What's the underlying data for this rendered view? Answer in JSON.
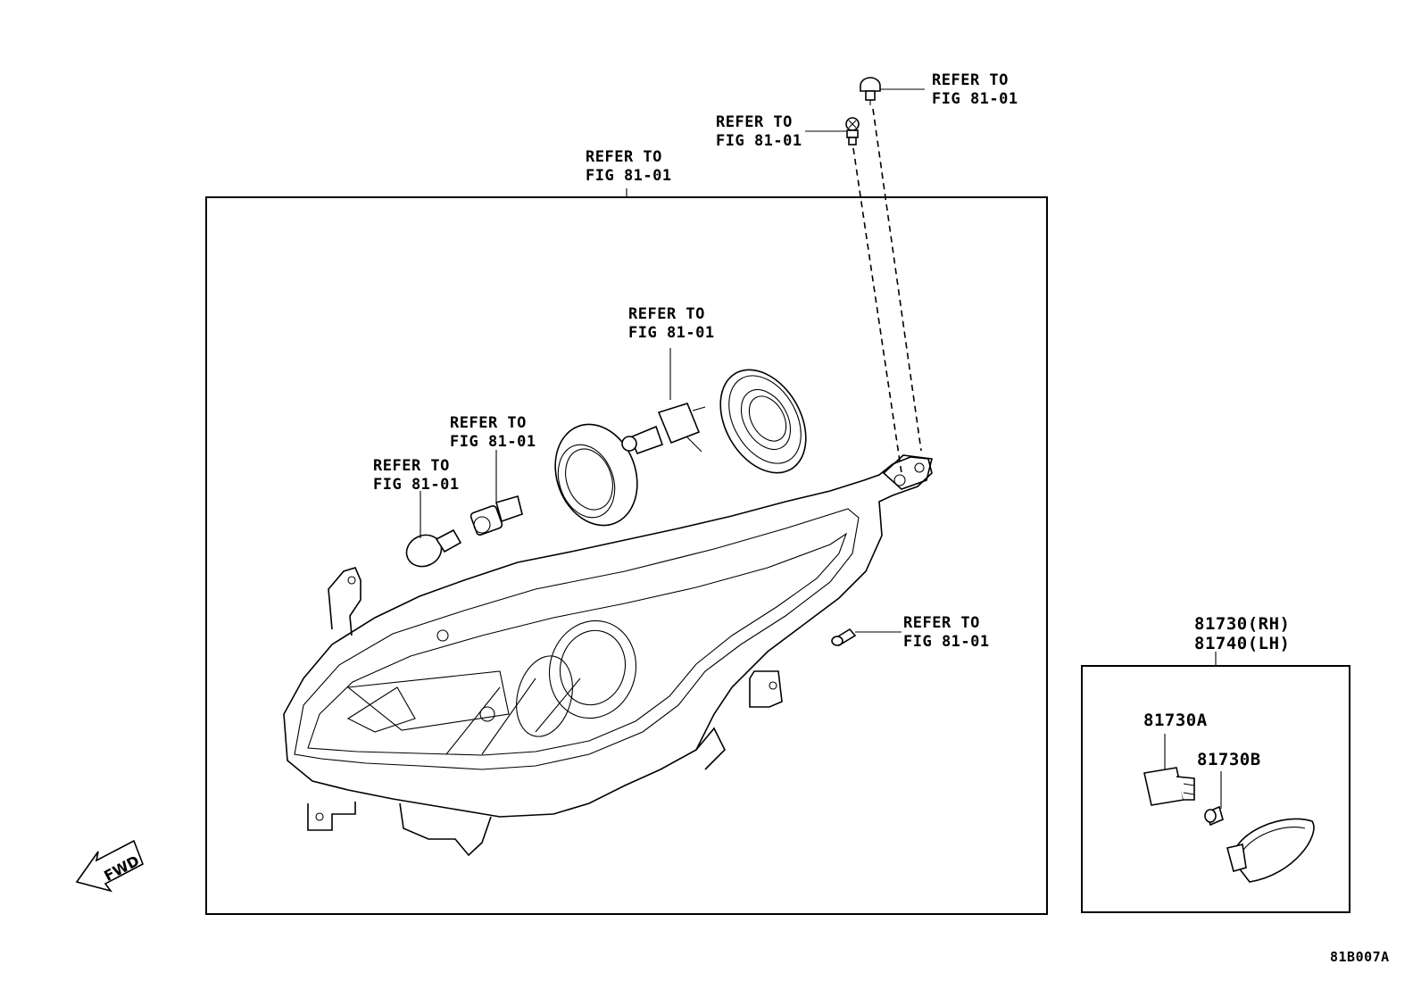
{
  "refer_label": {
    "line1": "REFER TO",
    "line2": "FIG 81-01"
  },
  "part_numbers": {
    "assembly_rh": "81730(RH)",
    "assembly_lh": "81740(LH)",
    "socket": "81730A",
    "bulb": "81730B"
  },
  "fwd_label": "FWD",
  "figure_code": "81B007A"
}
